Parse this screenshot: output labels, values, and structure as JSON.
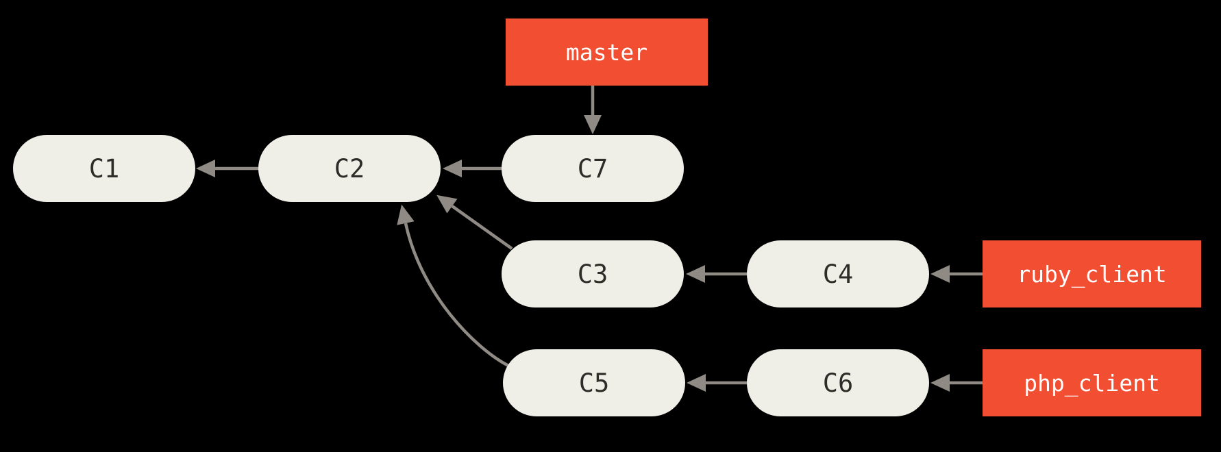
{
  "diagram": {
    "type": "git-commit-graph",
    "commits": [
      {
        "id": "c1",
        "label": "C1"
      },
      {
        "id": "c2",
        "label": "C2"
      },
      {
        "id": "c3",
        "label": "C3"
      },
      {
        "id": "c4",
        "label": "C4"
      },
      {
        "id": "c5",
        "label": "C5"
      },
      {
        "id": "c6",
        "label": "C6"
      },
      {
        "id": "c7",
        "label": "C7"
      }
    ],
    "branches": [
      {
        "name": "master",
        "points_to": "C7"
      },
      {
        "name": "ruby_client",
        "points_to": "C4"
      },
      {
        "name": "php_client",
        "points_to": "C6"
      }
    ],
    "edges": [
      {
        "from": "master",
        "to": "C7"
      },
      {
        "from": "C2",
        "to": "C1"
      },
      {
        "from": "C7",
        "to": "C2"
      },
      {
        "from": "C3",
        "to": "C2"
      },
      {
        "from": "C5",
        "to": "C2"
      },
      {
        "from": "C4",
        "to": "C3"
      },
      {
        "from": "C6",
        "to": "C5"
      },
      {
        "from": "ruby_client",
        "to": "C4"
      },
      {
        "from": "php_client",
        "to": "C6"
      }
    ]
  },
  "colors": {
    "background": "#000000",
    "node_fill": "#f0efe7",
    "node_text": "#2d2c29",
    "branch_fill": "#f14e32",
    "branch_text": "#ffffff",
    "arrow": "#8f8a84"
  }
}
